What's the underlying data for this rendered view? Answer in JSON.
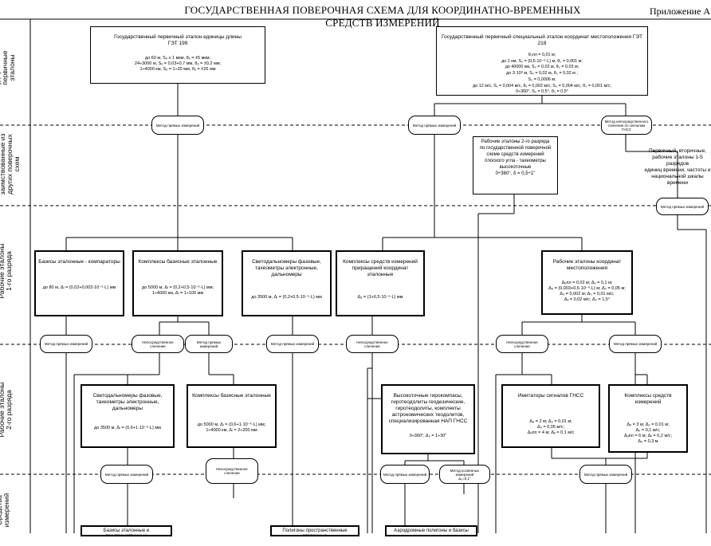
{
  "title": "ГОСУДАРСТВЕННАЯ ПОВЕРОЧНАЯ СХЕМА ДЛЯ КООРДИНАТНО-ВРЕМЕННЫХ СРЕДСТВ ИЗМЕРЕНИЙ",
  "appendix": "Приложение А",
  "row_labels": {
    "state": "Государственные\nпервичные\nэталоны",
    "borrowed": "Эталоны,\nзаимствованные из\nдругих поверочных\nсхем",
    "tier1": "Рабочие эталоны\n1-го разряда",
    "tier2": "Рабочие эталоны\n2-го разряда",
    "bottom": "Средства\nизмерений"
  },
  "boxes": {
    "get199": {
      "head": "Государственный первичный эталон единицы длины\nГЭТ 199",
      "body": "до 60 м, Sₒ ≤ 1 мкм, θₒ = ±5 мкм;\n24÷3000 м, Sₒ = 0,03+0,7 мм, θₒ = ±0,2 мм;\n1÷4000 км, Sₒ = 1÷20 мм, θₒ = ±26 мм"
    },
    "get218": {
      "head": "Государственный первичный специальный эталон координат местоположения ГЭТ 218",
      "body": "θₒпл = 0,01 м;\nдо 1 км, S₀ = (0,5·10⁻⁶·L) м, θ₀ = 0,001 м;\nдо 40000 км, S₀ = 0,02 м, θ₀ = 0,03 м;\nдо 3·10⁸ м, S₀ = 0,02 м, θ₀ = 0,02 м ;\nS₀ = 0,0006 м;\nдо 12 м/с, Sᵥ = 0,004 м/с, θᵥ = 0,002 м/с; S₀ = 0,004 м/с, θ₀ = 0,001 м/с;\n0÷360°, S₀ = 0,5°, θ₀ = 0,5°"
    },
    "tier2_angle": "Рабочие эталоны 2-го разряда\nпо государственной поверочной\nсхеме средств измерений\nплоского угла - тахеометры\nвысокоточные\n0÷360°, δ = 0,5÷1\"",
    "time_standards": "Первичный, вторичные,\nрабочие эталоны 1-5 разрядов\nединиц времени, частоты и\nнациональной шкалы времени",
    "bases1": {
      "head": "Базисы эталонные - компараторы",
      "body": "до 80 м, Δₗ = (0,02+0,003·10⁻⁶·L) мм"
    },
    "complexes1": {
      "head": "Комплексы базисные эталонные",
      "body": "до 5000 м, Δₗ = (0,2+0,5·10⁻⁶·L) мм;\n1÷4000 км, Δₗ = 1÷100 мм"
    },
    "lightrange1": {
      "head": "Светодальномеры фазовые,\nтахеометры электронные, дальномеры",
      "body": "до 3500 м, Δₗ = (0,2+0,5·10⁻⁶·L) мм"
    },
    "coordinc1": {
      "head": "Комплексы средств измерений\nприращений координат эталонные",
      "body": "Δ₈ = (1+0,5·10⁻⁶·L) мм"
    },
    "location1": {
      "head": "Рабочие эталоны координат\nместоположения",
      "body": "Δₒпл = 0,02 м; Δₒ = 0,1 м;\nΔ₈ = (0,003+0,5·10⁻⁶·L) м; Δ₀ = 0,05 м;\nΔ₀ = 0,002 м; Δ₀ = 0,01 м/с;\nΔᵥ = 0,02 м/с; Δ₀ = 1,5°"
    },
    "lightrange2": {
      "head": "Светодальномеры фазовые,\nтахеометры электронные,\nдальномеры",
      "body": "до 3500 м, Δₗ = (0,6+1·10⁻⁶·L) мм"
    },
    "complexes2": {
      "head": "Комплексы базисные эталонные",
      "body": "до 5000 м, Δₗ = (0,6+1·10⁻⁶·L) мм;\n1÷4000 км, Δₗ = 2÷200 мм"
    },
    "gyro2": {
      "head": "Высокоточные гирокомпасы,\nгиротеодолиты геодезические,\nгиротеодолиты, комплекты\nастрономических теодолитов,\nспециализированная НАП ГНСС",
      "body": "0÷360°, Δ₀ = 1÷30\""
    },
    "gnsssim2": {
      "head": "Имитаторы сигналов ГНСС",
      "body": "Δ₈ = 2 м; Δ₀ = 0,01 м;\nΔ₀ = 0,05 м/с;\nΔₒпл = 4 м; Δᵥ = 0,1 м/с"
    },
    "meascomplex2": {
      "head": "Комплексы средств измерений",
      "body": "Δₒ = 3 м; Δ₀ = 0,01 м;\nΔ₀ = 0,1 м/с;\nΔₒпл = 6 м; Δᵥ = 0,2 м/с;\nΔ₀ = 0,3 м"
    },
    "bottom1": "Базисы эталонные и пространственные",
    "bottom2": "Полигоны пространственные эталонные",
    "bottom3": "Аэродромные полигоны и базисы"
  },
  "methods": {
    "direct": "Метод прямых измерений",
    "direct_ghz": "Метод прямых измерений",
    "indirect": "Непосредственное сличение",
    "indirect_gnss": "Метод непосредственного\nсличения по сигналам ГНСС",
    "cosine": "Метод косвенных измерений\nΔ₀=0,1°"
  }
}
